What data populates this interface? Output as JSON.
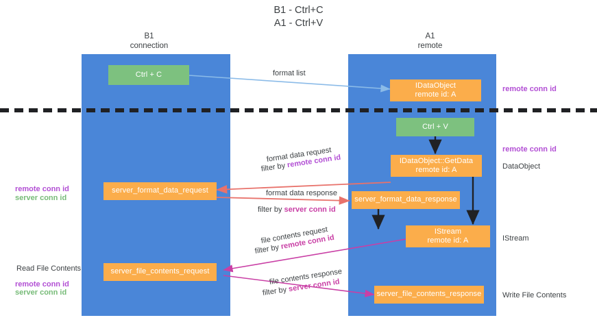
{
  "diagram": {
    "title": "B1 - Ctrl+C\nA1 - Ctrl+V",
    "columns": [
      {
        "name": "b1",
        "label": "B1\nconnection"
      },
      {
        "name": "a1",
        "label": "A1\nremote"
      }
    ],
    "nodes": {
      "ctrl_c": "Ctrl + C",
      "ctrl_v": "Ctrl + V",
      "idataobject": "IDataObject\nremote id: A",
      "idataobject_getdata": "IDataObject::GetData\nremote id: A",
      "istream": "IStream\nremote id: A",
      "server_format_data_request": "server_format_data_request",
      "server_format_data_response": "server_format_data_response",
      "server_file_contents_request": "server_file_contents_request",
      "server_file_contents_response": "server_file_contents_response"
    },
    "edges": {
      "format_list": "format list",
      "format_data_request": "format data request",
      "format_data_request_filter_prefix": "filter by ",
      "format_data_request_filter_key": "remote conn id",
      "format_data_response": "format data response",
      "format_data_response_filter_prefix": "filter by ",
      "format_data_response_filter_key": "server conn id",
      "file_contents_request": "file contents request",
      "file_contents_request_filter_prefix": "filter by ",
      "file_contents_request_filter_key": "remote conn id",
      "file_contents_response": "file contents response",
      "file_contents_response_filter_prefix": "filter by ",
      "file_contents_response_filter_key": "server conn id"
    },
    "right_labels": {
      "remote_conn_id_top": "remote conn id",
      "remote_conn_id_mid": "remote conn id",
      "dataobject": "DataObject",
      "istream": "IStream",
      "write_file_contents": "Write File Contents"
    },
    "left_labels": {
      "remote_conn_id": "remote conn id",
      "server_conn_id": "server conn id",
      "read_file_contents": "Read File Contents",
      "remote_conn_id_2": "remote conn id",
      "server_conn_id_2": "server conn id"
    },
    "colors": {
      "lane": "#4a86d8",
      "green_node": "#7dc17f",
      "orange_node": "#fbad4b",
      "purple_text": "#b24fd4",
      "green_text": "#77bb78",
      "magenta_text": "#c93fa5",
      "blue_arrow": "#8bbbe8",
      "red_arrow": "#e8726b",
      "black_arrow": "#202124",
      "background": "#ffffff"
    }
  }
}
